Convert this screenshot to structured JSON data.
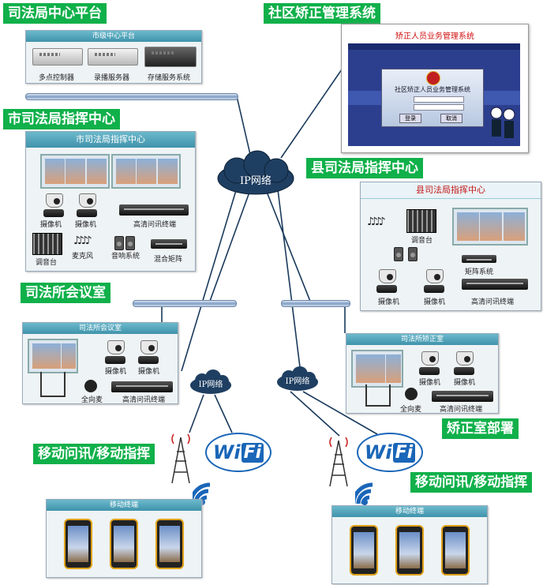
{
  "labels": {
    "top_platform": "司法局中心平台",
    "community_system": "社区矫正管理系统",
    "city_command": "市司法局指挥中心",
    "county_command": "县司法局指挥中心",
    "office_meeting": "司法所会议室",
    "correction_deploy": "矫正室部署",
    "mobile_left": "移动问讯/移动指挥",
    "mobile_right": "移动问讯/移动指挥"
  },
  "city_platform": {
    "header": "市级中心平台",
    "items": [
      "多点控制器",
      "录播服务器",
      "存储服务系统"
    ]
  },
  "app_window": {
    "title": "矫正人员业务管理系统",
    "login_title": "社区矫正人员业务管理系统",
    "btn_login": "登录",
    "btn_cancel": "取消"
  },
  "city_center": {
    "header": "市司法局指挥中心",
    "cam1": "摄像机",
    "cam2": "摄像机",
    "terminal": "高清问讯终端",
    "mixer": "调音台",
    "mic": "麦克风",
    "sound": "音响系统",
    "matrix": "混合矩阵"
  },
  "county_center": {
    "header": "县司法局指挥中心",
    "mixer": "调音台",
    "matrix": "矩阵系统",
    "cam1": "摄像机",
    "cam2": "摄像机",
    "terminal": "高清问讯终端"
  },
  "meeting_room": {
    "header": "司法所会议室",
    "cam1": "摄像机",
    "cam2": "摄像机",
    "mic": "全向麦",
    "terminal": "高清问讯终端"
  },
  "correction_room": {
    "header": "司法所矫正室",
    "cam1": "摄像机",
    "cam2": "摄像机",
    "mic": "全向麦",
    "terminal": "高清问讯终端"
  },
  "clouds": {
    "main": "IP网络",
    "left": "IP网络",
    "right": "IP网络"
  },
  "wifi_text": "Wi",
  "wifi_box": "Fi",
  "mobile": {
    "left_header": "移动终端",
    "right_header": "移动终端"
  },
  "colors": {
    "label_green": "#10b04a",
    "panel_header": "#3f93ab",
    "cloud": "#1f3f62",
    "link_line": "#1a3a5c"
  }
}
